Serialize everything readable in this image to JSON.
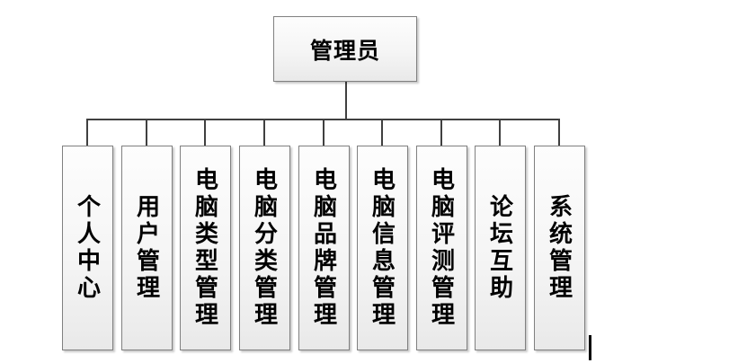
{
  "diagram": {
    "root": {
      "label": "管理员"
    },
    "children": [
      {
        "id": "personal-center",
        "label": "个人中心"
      },
      {
        "id": "user-management",
        "label": "用户管理"
      },
      {
        "id": "computer-type-management",
        "label": "电脑类型管理"
      },
      {
        "id": "computer-category-management",
        "label": "电脑分类管理"
      },
      {
        "id": "computer-brand-management",
        "label": "电脑品牌管理"
      },
      {
        "id": "computer-info-management",
        "label": "电脑信息管理"
      },
      {
        "id": "computer-review-management",
        "label": "电脑评测管理"
      },
      {
        "id": "forum-mutual-help",
        "label": "论坛互助"
      },
      {
        "id": "system-management",
        "label": "系统管理"
      }
    ],
    "colors": {
      "line": "#404040",
      "box_border": "#808080",
      "box_fill_top": "#fdfdfd",
      "box_fill_bottom": "#e9e9e9",
      "text": "#000000"
    }
  }
}
